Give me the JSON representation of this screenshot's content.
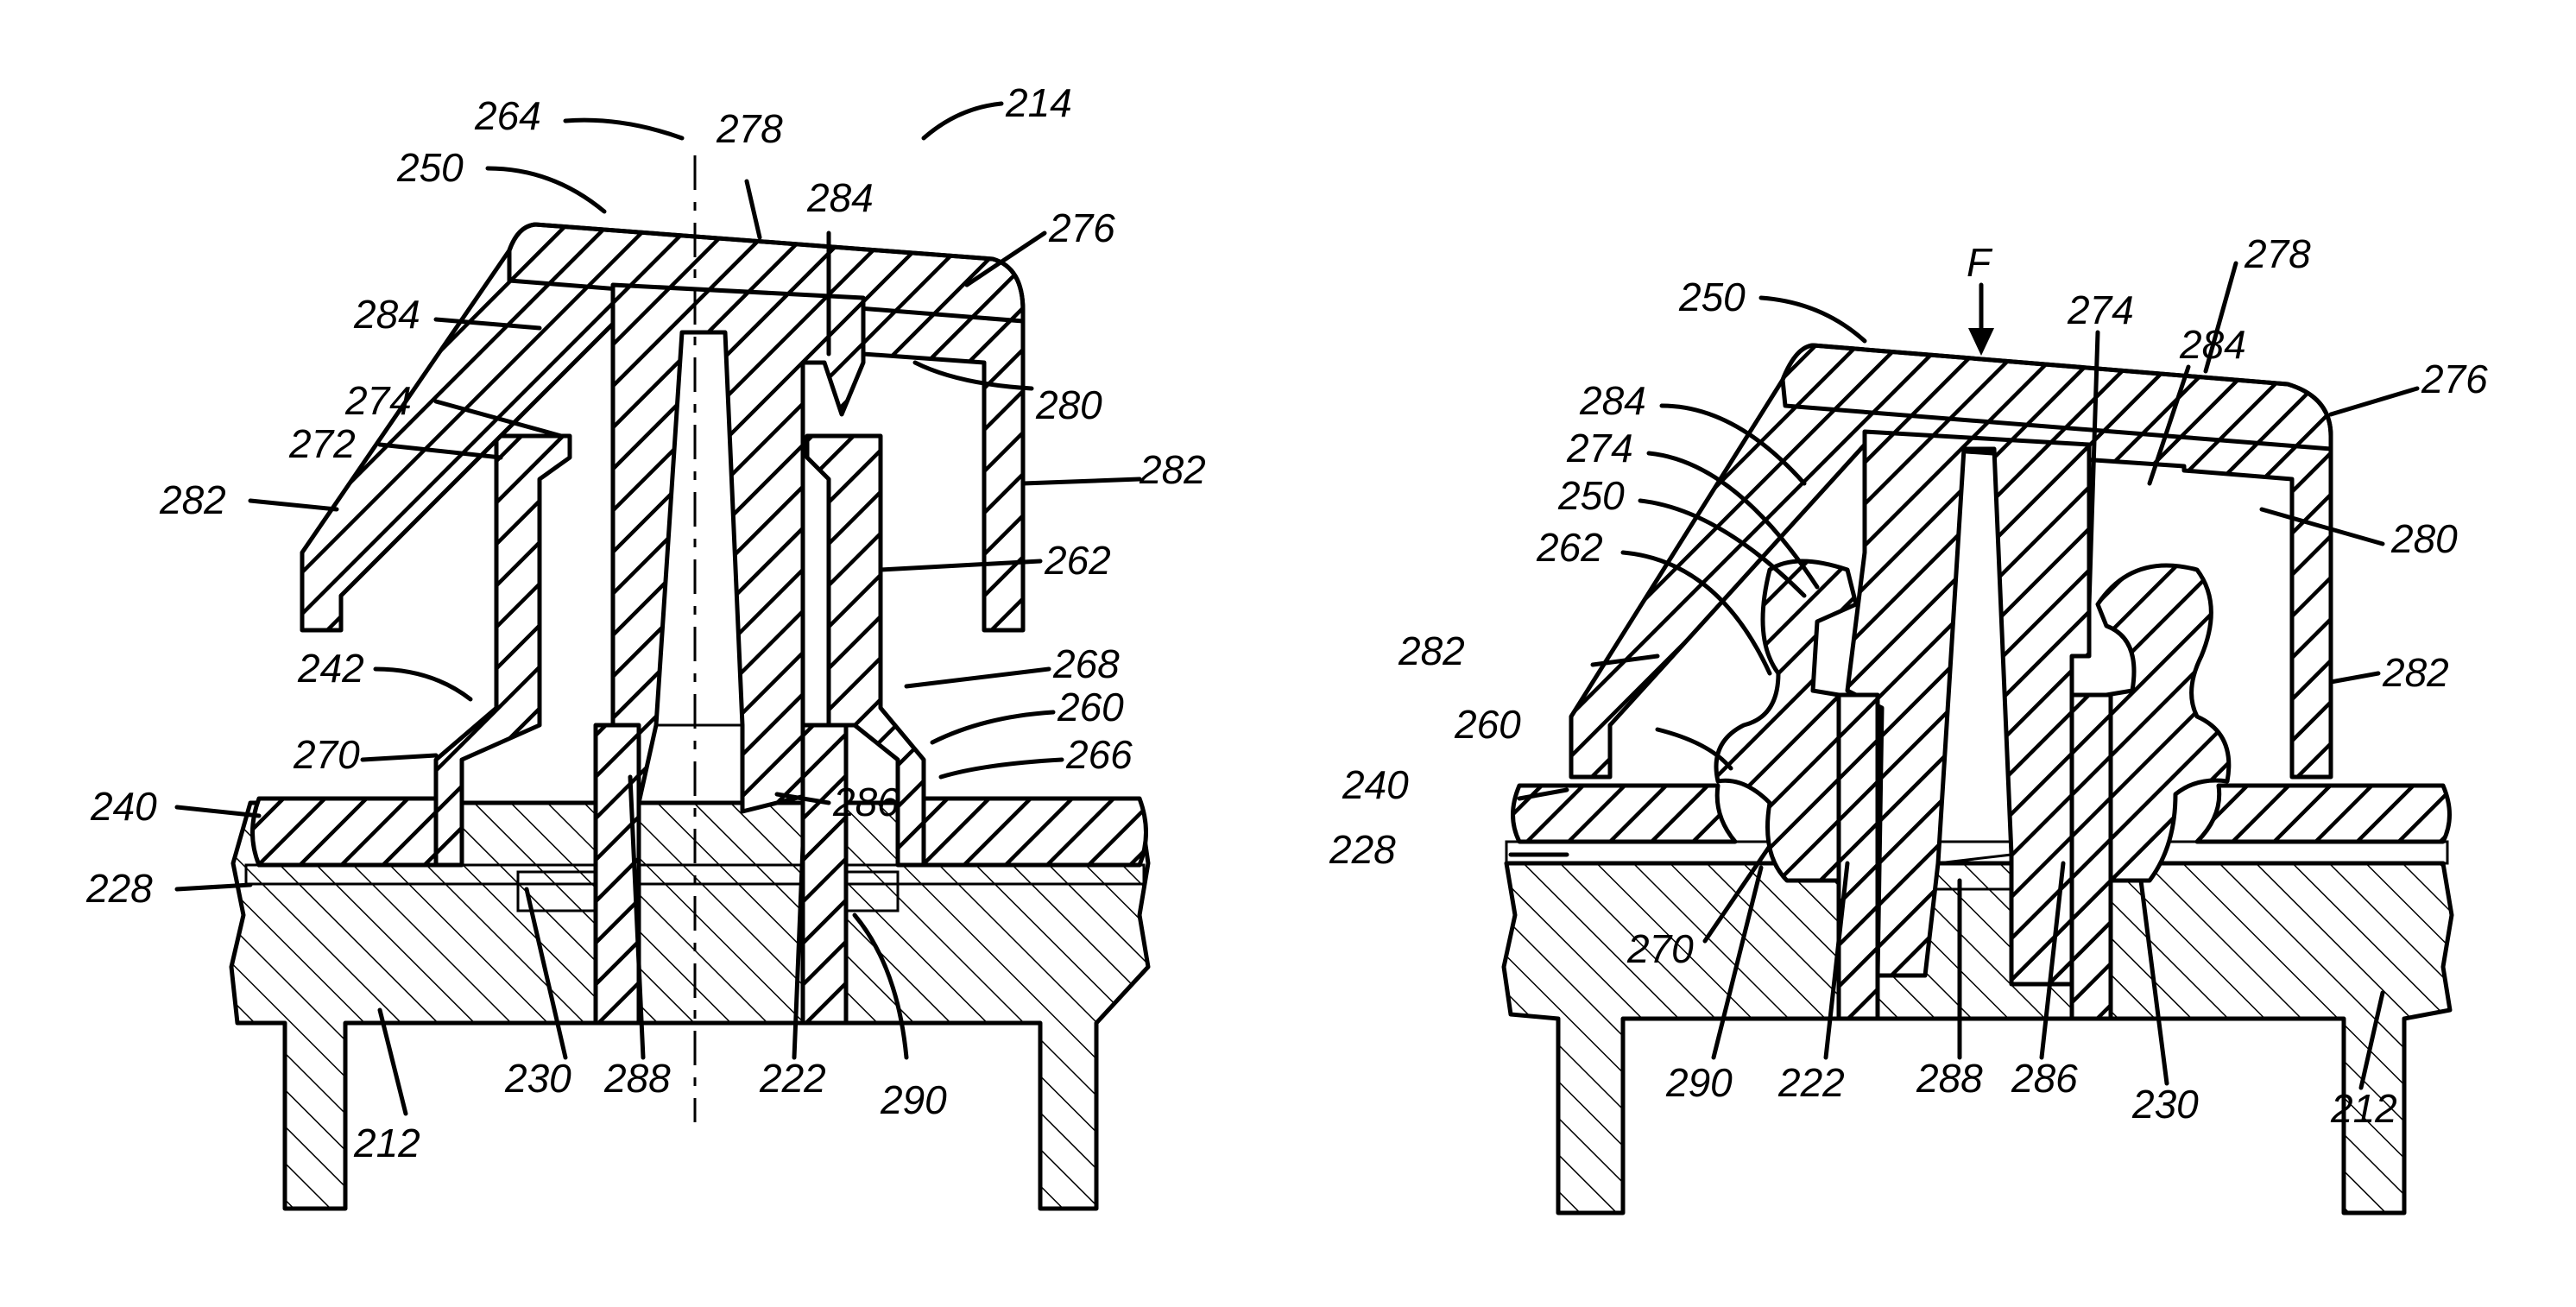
{
  "figures": [
    {
      "id": "left",
      "labels": {
        "l264": "264",
        "l278": "278",
        "l214": "214",
        "l250": "250",
        "l284a": "284",
        "l276": "276",
        "l284b": "284",
        "l280": "280",
        "l274": "274",
        "l272": "272",
        "l282a": "282",
        "l282b": "282",
        "l262": "262",
        "l242": "242",
        "l268": "268",
        "l260": "260",
        "l270": "270",
        "l266": "266",
        "l240": "240",
        "l286": "286",
        "l228": "228",
        "l230": "230",
        "l288": "288",
        "l222": "222",
        "l290": "290",
        "l212": "212"
      }
    },
    {
      "id": "right",
      "labels": {
        "lF": "F",
        "l278": "278",
        "l250a": "250",
        "l274a": "274",
        "l284a": "284",
        "l276": "276",
        "l284b": "284",
        "l274b": "274",
        "l250b": "250",
        "l280": "280",
        "l262": "262",
        "l282a": "282",
        "l282b": "282",
        "l260": "260",
        "l240": "240",
        "l228": "228",
        "l270": "270",
        "l290": "290",
        "l222": "222",
        "l288": "288",
        "l286": "286",
        "l230": "230",
        "l212": "212"
      }
    }
  ]
}
